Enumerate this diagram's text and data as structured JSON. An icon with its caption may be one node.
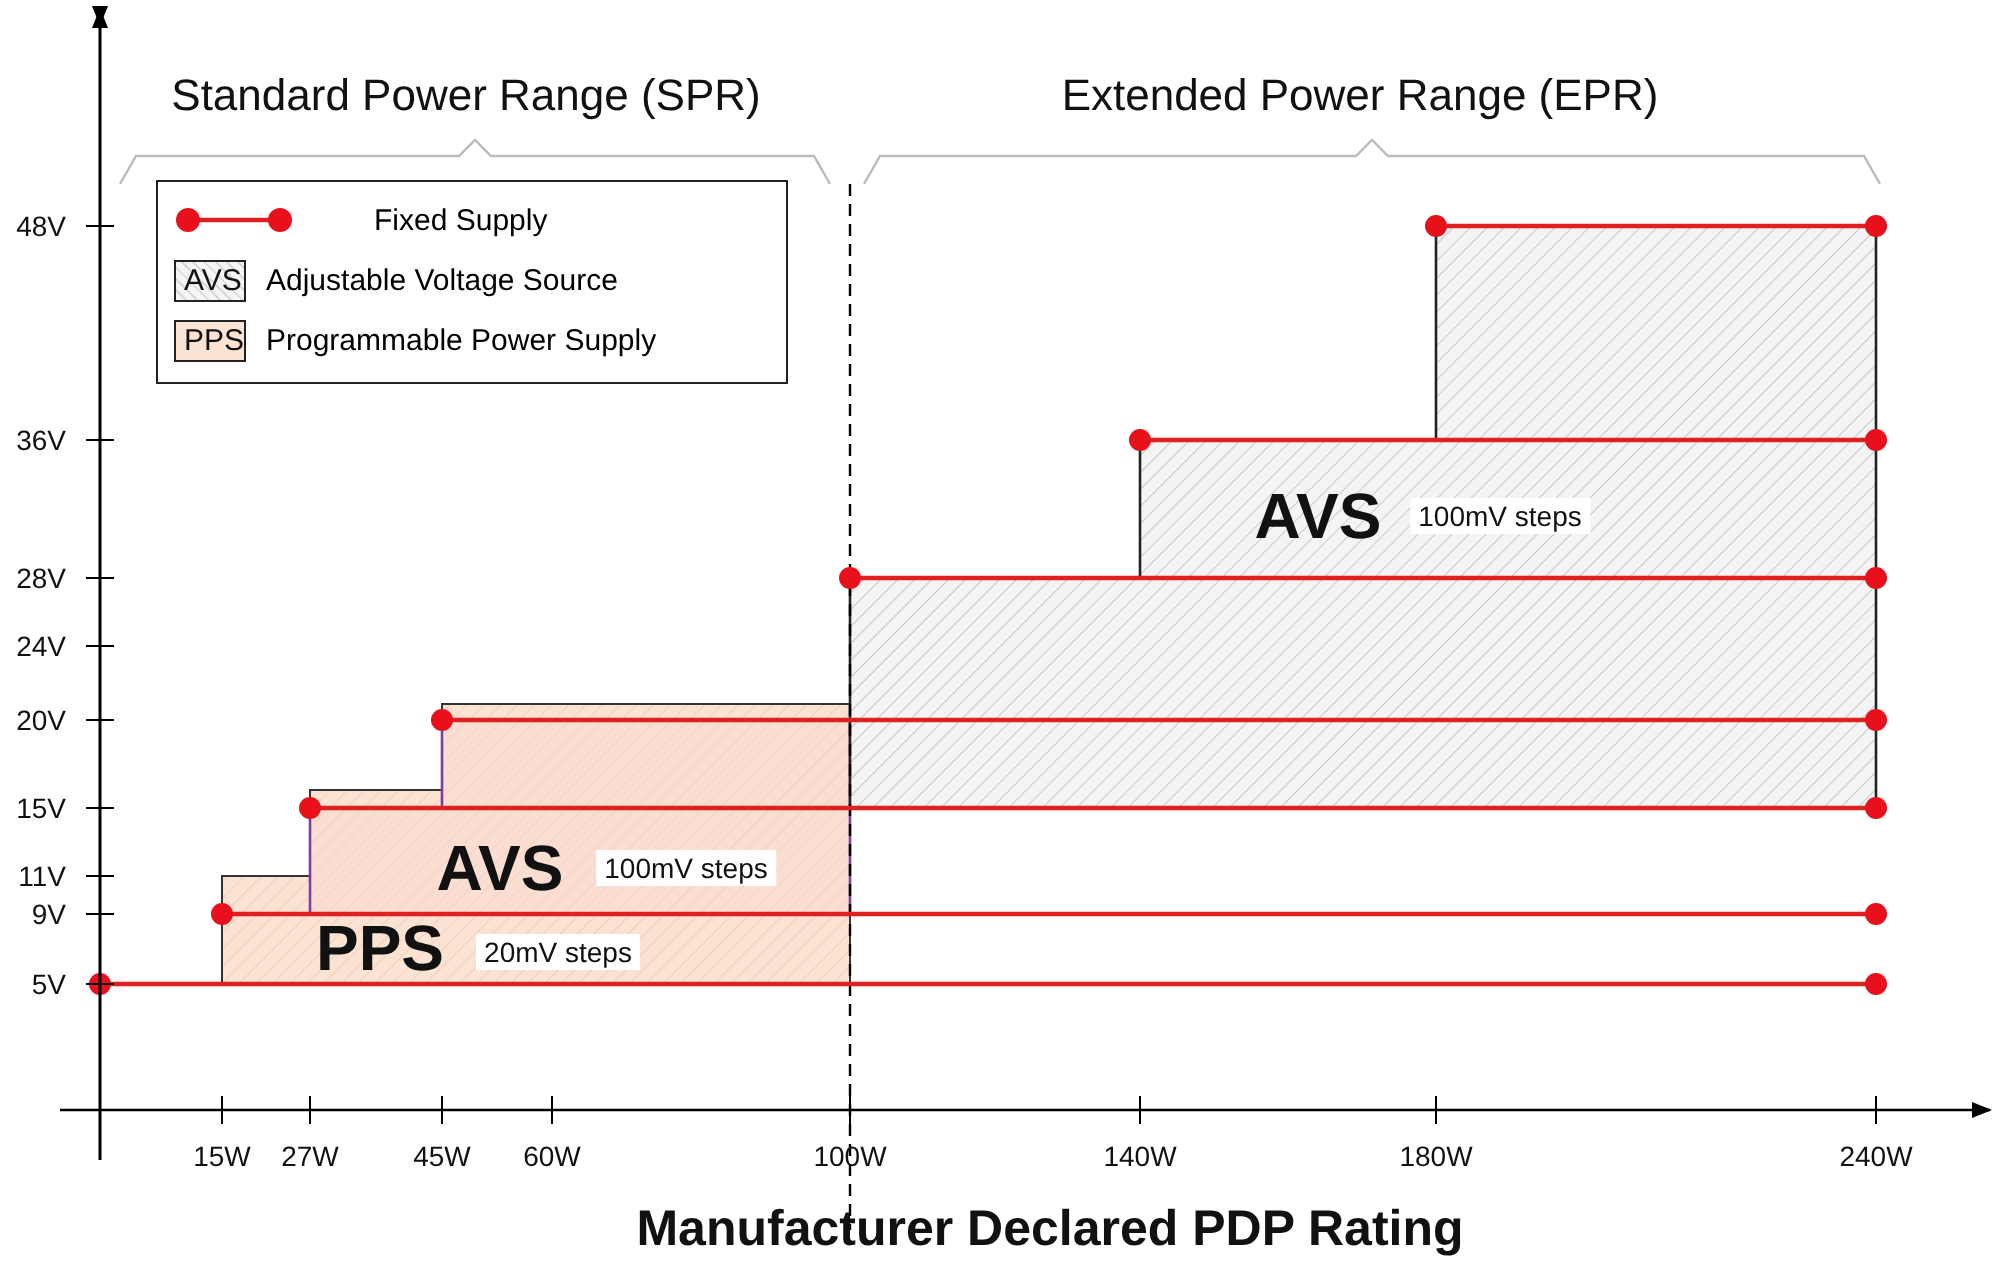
{
  "diagram": {
    "labels": [
      "Standard Power Range (SPR)",
      "Extended Power Range (EPR)",
      "48V",
      "36V",
      "28V",
      "24V",
      "20V",
      "15V",
      "11V",
      "9V",
      "5V",
      "AVS",
      "PPS",
      "AVS",
      "100mV steps",
      "AVS",
      "100mV steps",
      "PPS",
      "20mV steps",
      "15W",
      "27W",
      "45W",
      "60W",
      "100W",
      "140W",
      "180W",
      "240W",
      "Manufacturer Declared PDP Rating"
    ],
    "legend": [
      {
        "text": "Fixed Supply"
      },
      {
        "text": "Adjustable Voltage Source"
      },
      {
        "text": "Programmable Power Supply"
      }
    ]
  }
}
